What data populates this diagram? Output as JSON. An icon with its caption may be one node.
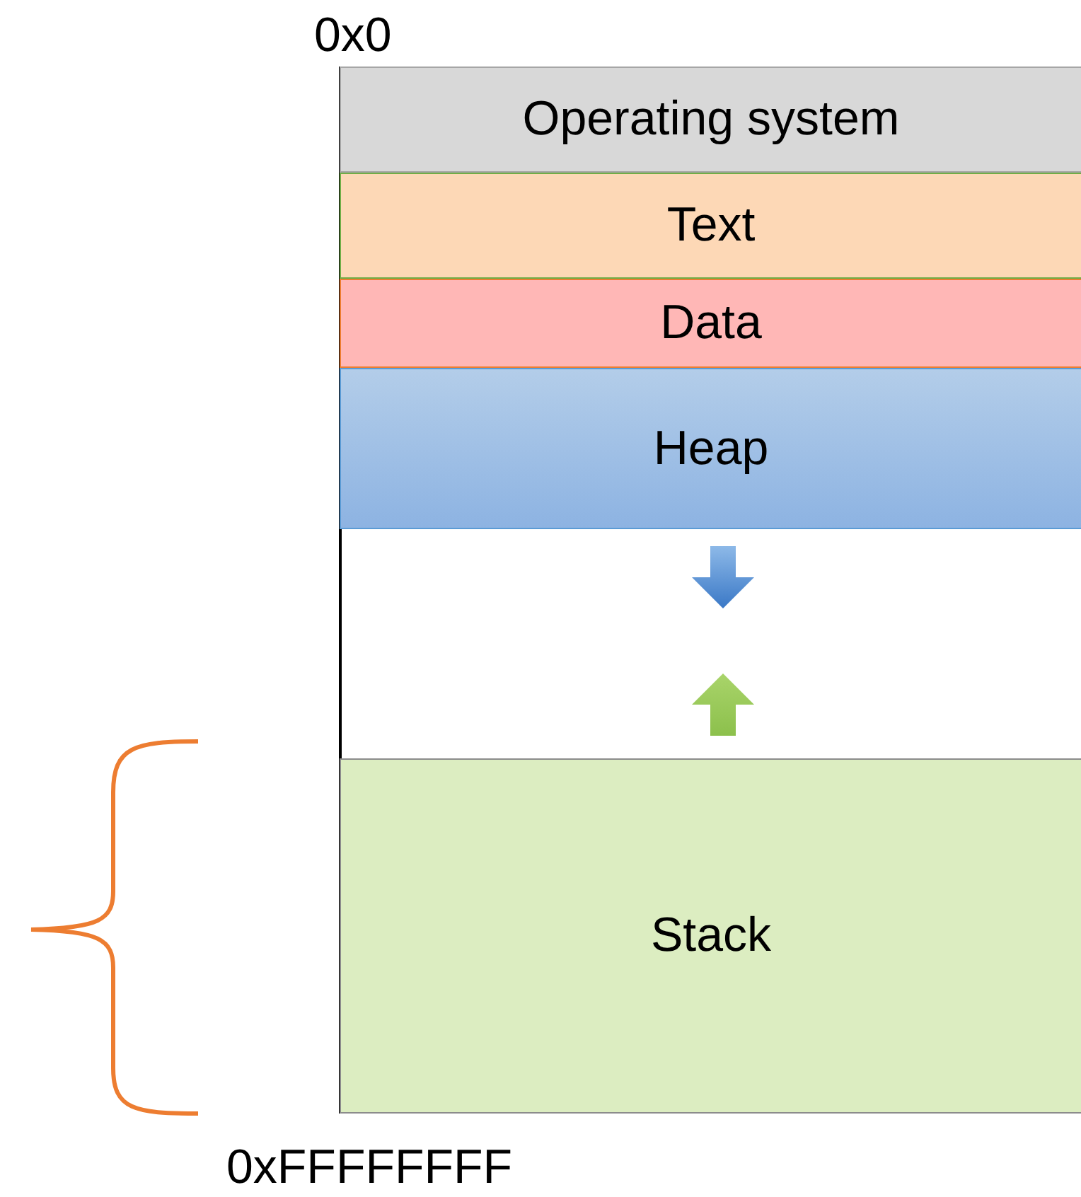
{
  "diagram": {
    "nodes": [
      {
        "text": [
          "Operating system"
        ]
      },
      {
        "text": [
          "Text"
        ]
      },
      {
        "text": [
          "Data"
        ]
      },
      {
        "text": [
          "Heap"
        ]
      },
      {
        "text": [
          "Stack"
        ]
      }
    ],
    "labels": [
      "0x0",
      "0xFFFFFFFF"
    ]
  }
}
